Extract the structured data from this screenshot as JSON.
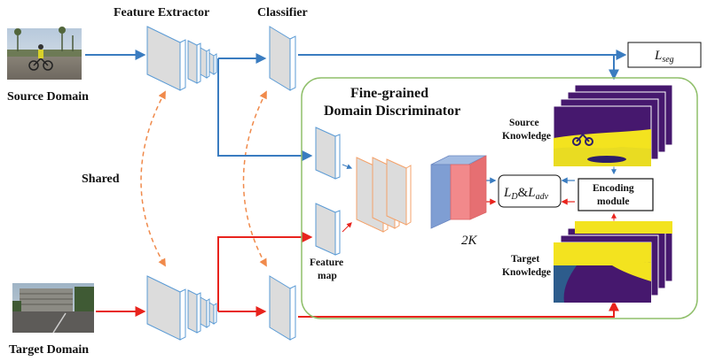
{
  "labels": {
    "feature_extractor": "Feature Extractor",
    "classifier": "Classifier",
    "source_domain": "Source Domain",
    "target_domain": "Target Domain",
    "shared": "Shared",
    "discriminator_line1": "Fine-grained",
    "discriminator_line2": "Domain Discriminator",
    "source_knowledge_line1": "Source",
    "source_knowledge_line2": "Knowledge",
    "target_knowledge_line1": "Target",
    "target_knowledge_line2": "Knowledge",
    "feature_map_line1": "Feature",
    "feature_map_line2": "map",
    "encoding_line1": "Encoding",
    "encoding_line2": "module",
    "two_k": "2K"
  },
  "math": {
    "l_seg_base": "L",
    "l_seg_sub": "seg",
    "l_d_base": "L",
    "l_d_sub": "D",
    "amp": "&",
    "l_adv_base": "L",
    "l_adv_sub": "adv"
  },
  "colors": {
    "source_path": "#3a7cc0",
    "target_path": "#e8231d",
    "shared_arrow": "#f08a4b",
    "discriminator_border": "#8fbf6a",
    "layer_fill": "#dcdcdc",
    "layer_edge": "#5b9bd5",
    "conv_edge": "#f4a26a",
    "blue_channel": "#7f9ed3",
    "red_channel": "#f2898b",
    "heatmap_yellow": "#f3e31f",
    "heatmap_purple": "#46186e"
  }
}
